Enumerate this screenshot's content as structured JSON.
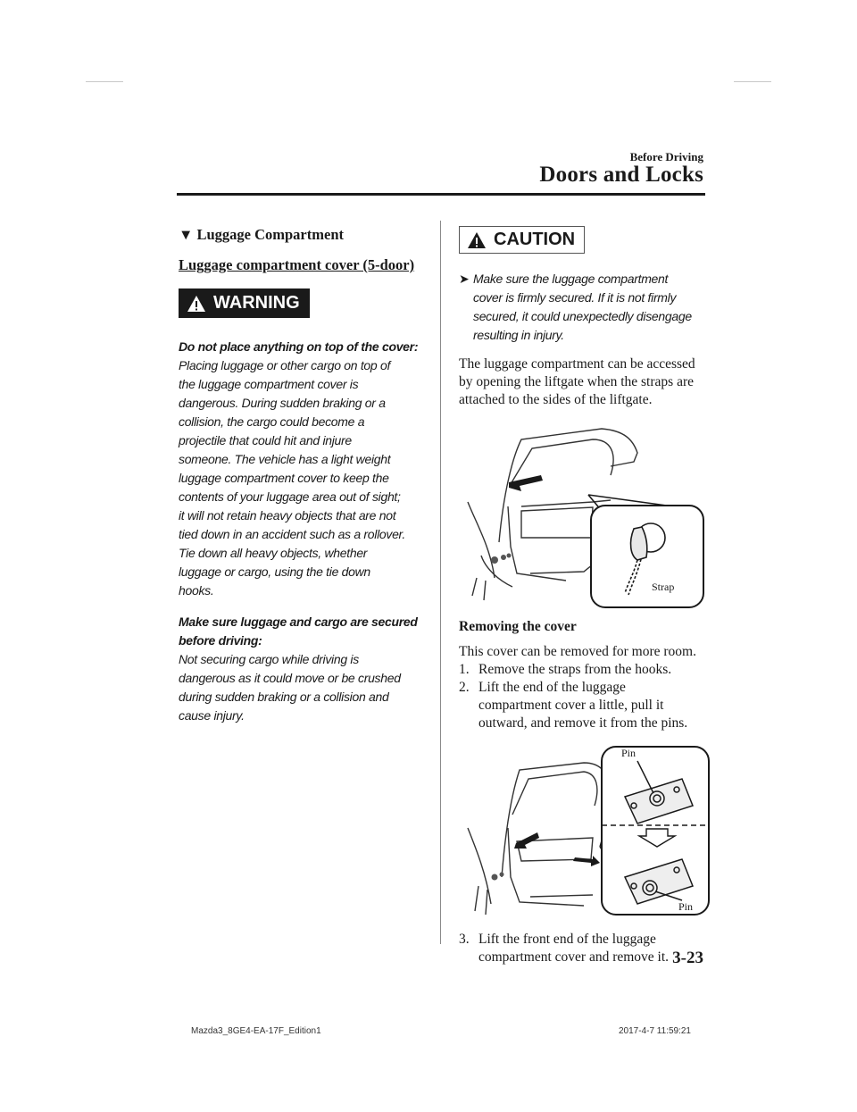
{
  "header": {
    "section": "Before Driving",
    "chapter": "Doors and Locks"
  },
  "left": {
    "section_title": "Luggage Compartment",
    "sub_title": "Luggage compartment cover (5-door)",
    "warning_label": "WARNING",
    "warn1_title": "Do not place anything on top of the cover:",
    "warn1_lines": [
      "Placing luggage or other cargo on top of",
      "the luggage compartment cover is",
      "dangerous. During sudden braking or a",
      "collision, the cargo could become a",
      "projectile that could hit and injure",
      "someone. The vehicle has a light weight",
      "luggage compartment cover to keep the",
      "contents of your luggage area out of sight;",
      "it will not retain heavy objects that are not",
      "tied down in an accident such as a rollover.",
      "Tie down all heavy objects, whether",
      "luggage or cargo, using the tie down",
      "hooks."
    ],
    "warn2_title_lines": [
      "Make sure luggage and cargo are secured",
      "before driving:"
    ],
    "warn2_lines": [
      "Not securing cargo while driving is",
      "dangerous as it could move or be crushed",
      "during sudden braking or a collision and",
      "cause injury."
    ]
  },
  "right": {
    "caution_label": "CAUTION",
    "caution_lines": [
      "Make sure the luggage compartment",
      "cover is firmly secured. If it is not firmly",
      "secured, it could unexpectedly disengage",
      "resulting in injury."
    ],
    "para1_lines": [
      "The luggage compartment can be accessed",
      "by opening the liftgate when the straps are",
      "attached to the sides of the liftgate."
    ],
    "fig1_label": "Strap",
    "removing_title": "Removing the cover",
    "removing_intro": "This cover can be removed for more room.",
    "step1_num": "1.",
    "step1_text": "Remove the straps from the hooks.",
    "step2_num": "2.",
    "step2_lines": [
      "Lift the end of the luggage",
      "compartment cover a little, pull it",
      "outward, and remove it from the pins."
    ],
    "fig2_label_top": "Pin",
    "fig2_label_bottom": "Pin",
    "step3_num": "3.",
    "step3_lines": [
      "Lift the front end of the luggage",
      "compartment cover and remove it."
    ]
  },
  "page_number": "3-23",
  "footer": {
    "left": "Mazda3_8GE4-EA-17F_Edition1",
    "right": "2017-4-7 11:59:21"
  }
}
